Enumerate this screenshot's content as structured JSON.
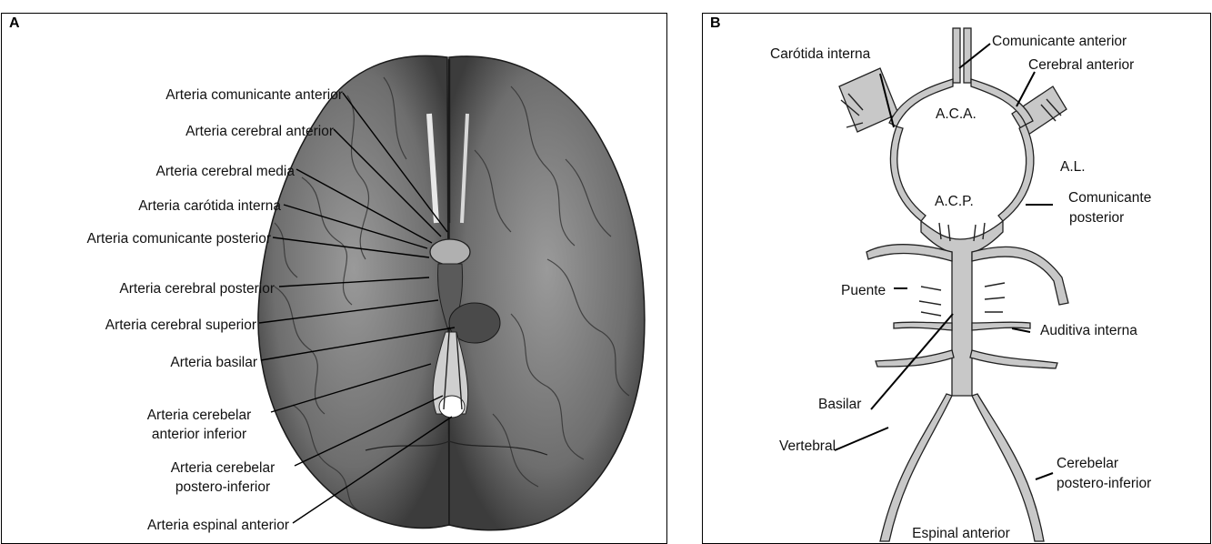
{
  "panel_a": {
    "letter": "A",
    "labels": {
      "comunicante_anterior": "Arteria comunicante anterior",
      "cerebral_anterior": "Arteria cerebral anterior",
      "cerebral_media": "Arteria cerebral media",
      "carotida_interna": "Arteria carótida interna",
      "comunicante_posterior": "Arteria comunicante posterior",
      "cerebral_posterior": "Arteria cerebral posterior",
      "cerebral_superior": "Arteria cerebral superior",
      "basilar": "Arteria basilar",
      "cerebelar_ai_1": "Arteria cerebelar",
      "cerebelar_ai_2": "anterior inferior",
      "cerebelar_pi_1": "Arteria cerebelar",
      "cerebelar_pi_2": "postero-inferior",
      "espinal_anterior": "Arteria espinal anterior"
    }
  },
  "panel_b": {
    "letter": "B",
    "labels": {
      "carotida_interna": "Carótida interna",
      "comunicante_anterior": "Comunicante anterior",
      "cerebral_anterior": "Cerebral  anterior",
      "aca": "A.C.A.",
      "al": "A.L.",
      "acp": "A.C.P.",
      "comunicante_posterior_1": "Comunicante",
      "comunicante_posterior_2": "posterior",
      "puente": "Puente",
      "auditiva_interna": "Auditiva interna",
      "basilar": "Basilar",
      "vertebral": "Vertebral",
      "cerebelar_pi_1": "Cerebelar",
      "cerebelar_pi_2": "postero-inferior",
      "espinal_anterior": "Espinal anterior"
    }
  },
  "colors": {
    "brain_fill": "#8a8a8a",
    "brain_dark": "#3a3a3a",
    "vessel_fill": "#c8c8c8",
    "line": "#000000"
  }
}
